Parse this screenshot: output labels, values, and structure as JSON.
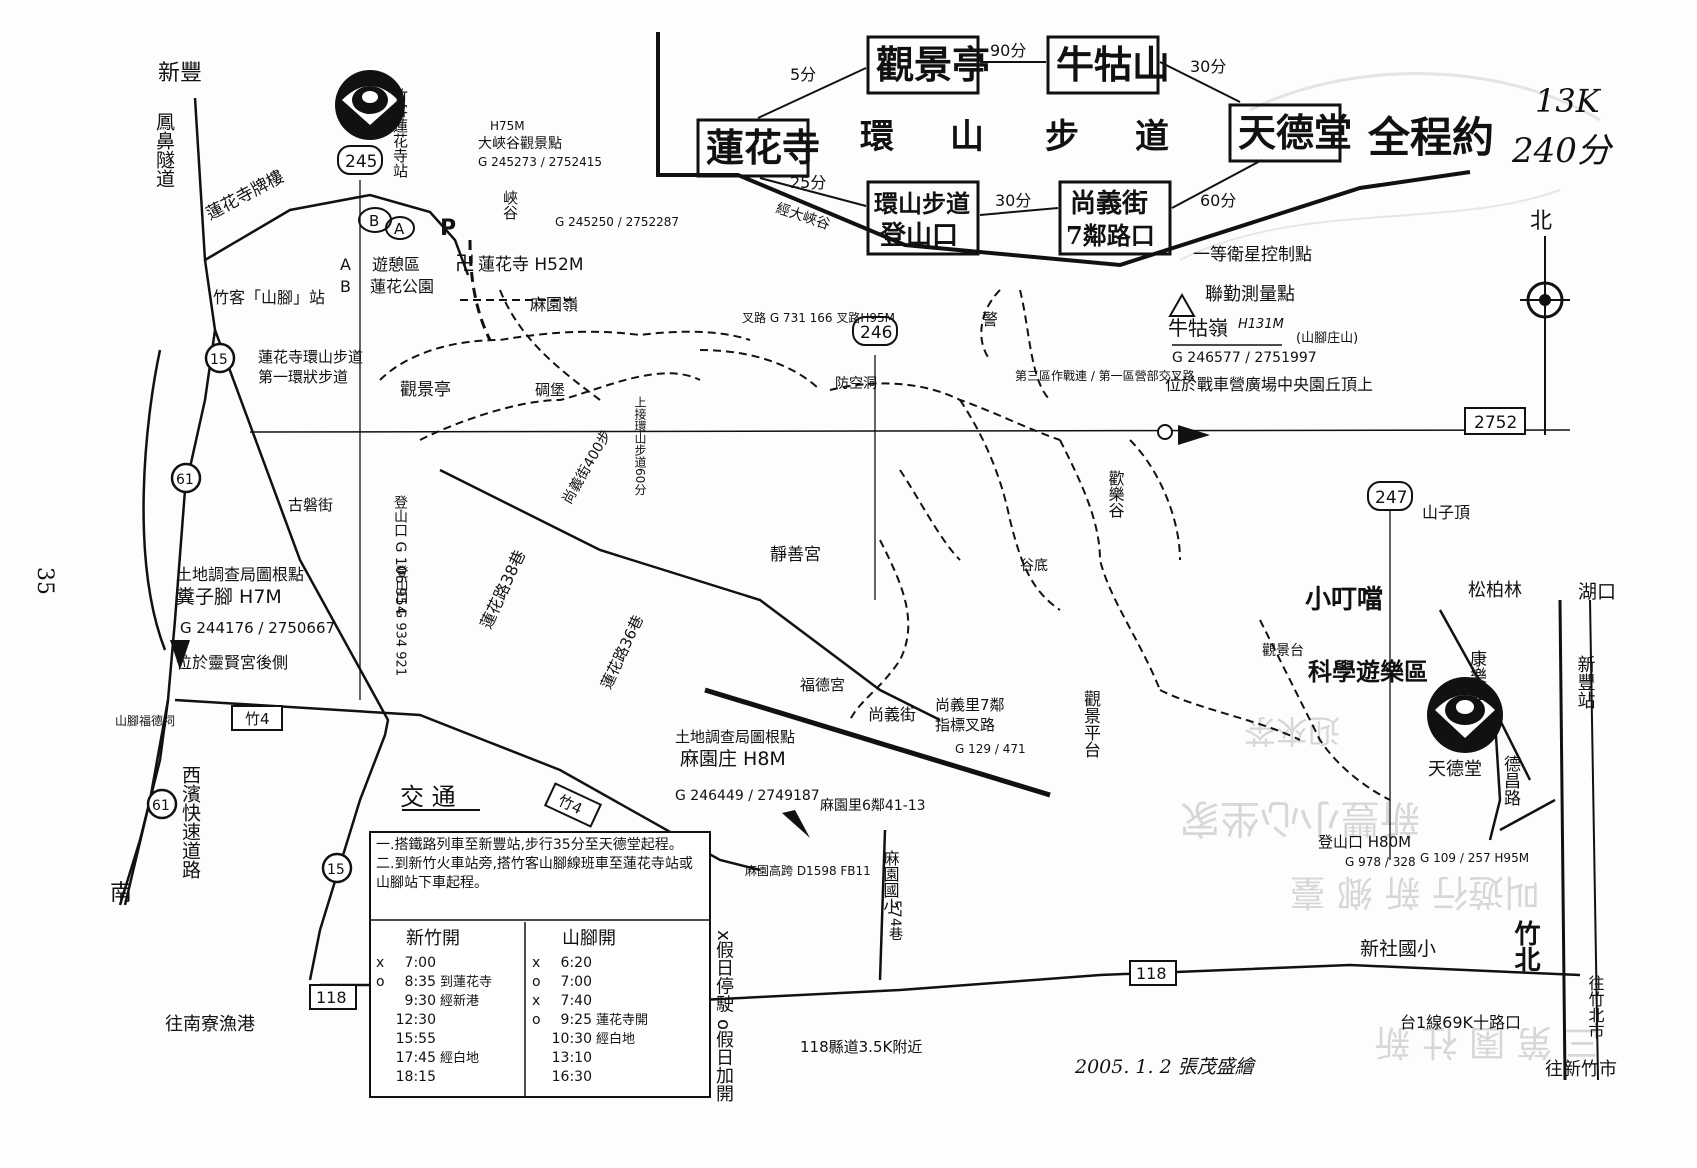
{
  "page_number": "35",
  "header": {
    "title_sections": [
      {
        "name": "觀景亭"
      },
      {
        "name": "牛牯山"
      },
      {
        "name": "蓮花寺"
      },
      {
        "name": "天德堂"
      },
      {
        "name": "環山步道登山口",
        "line1": "環山步道",
        "line2": "登山口"
      },
      {
        "name": "尚義街7鄰路口",
        "line1": "尚義街",
        "line2": "7鄰路口"
      }
    ],
    "title_chars": [
      "環",
      "山",
      "步",
      "道"
    ],
    "total_label": "全程約",
    "total_distance": "13K",
    "total_time": "240分",
    "times": [
      "5分",
      "90分",
      "30分",
      "25分",
      "30分",
      "60分"
    ],
    "via_label": "經大峽谷"
  },
  "legend": {
    "north": "北",
    "triangulation_label": "一等衛星控制點",
    "survey_label": "聯勤測量點",
    "peak_name": "牛牯嶺",
    "peak_height": "H131M",
    "peak_alias": "(山腳庄山)",
    "peak_coords": "G 246577 / 2751997",
    "peak_note": "位於戰車營廣場中央園丘頂上"
  },
  "roads": [
    {
      "name": "245"
    },
    {
      "name": "246"
    },
    {
      "name": "247"
    },
    {
      "name": "2752"
    },
    {
      "name": "15"
    },
    {
      "name": "61"
    },
    {
      "name": "竹4"
    },
    {
      "name": "118"
    }
  ],
  "places": [
    {
      "label": "新豐"
    },
    {
      "label": "鳳鼻隧道"
    },
    {
      "label": "竹客蓮花寺站"
    },
    {
      "label": "蓮花寺牌樓"
    },
    {
      "label": "竹客「山腳」站"
    },
    {
      "label": "遊憩區"
    },
    {
      "label": "蓮花公園"
    },
    {
      "label": "蓮花寺 H52M"
    },
    {
      "label": "大峽谷觀景點"
    },
    {
      "label": "H75M"
    },
    {
      "label": "G 245273 / 2752415"
    },
    {
      "label": "峽谷"
    },
    {
      "label": "G 245250 / 2752287"
    },
    {
      "label": "麻園嶺"
    },
    {
      "label": "蓮花寺環山步道"
    },
    {
      "label": "第一環狀步道"
    },
    {
      "label": "觀景亭"
    },
    {
      "label": "碉堡"
    },
    {
      "label": "上接環山步道60分"
    },
    {
      "label": "叉路 G 731 166 叉路H95M"
    },
    {
      "label": "防空洞"
    },
    {
      "label": "警"
    },
    {
      "label": "第三區作戰連 / 第一區營部交叉路"
    },
    {
      "label": "古磐街"
    },
    {
      "label": "登山口 G 106 954"
    },
    {
      "label": "尚義街400步"
    },
    {
      "label": "蓮花路38巷"
    },
    {
      "label": "登山口 G 934 921"
    },
    {
      "label": "土地調查局圖根點"
    },
    {
      "label": "糞子腳 H7M"
    },
    {
      "label": "G 244176 / 2750667"
    },
    {
      "label": "位於靈賢宮後側"
    },
    {
      "label": "山腳福德祠"
    },
    {
      "label": "西濱快速道路"
    },
    {
      "label": "南"
    },
    {
      "label": "往南寮漁港"
    },
    {
      "label": "靜善宮"
    },
    {
      "label": "福德宮"
    },
    {
      "label": "尚義街"
    },
    {
      "label": "尚義里7鄰"
    },
    {
      "label": "指標叉路"
    },
    {
      "label": "G 129 / 471"
    },
    {
      "label": "觀景平台"
    },
    {
      "label": "小叮噹"
    },
    {
      "label": "科學遊樂區"
    },
    {
      "label": "觀景台"
    },
    {
      "label": "山子頂"
    },
    {
      "label": "松柏林"
    },
    {
      "label": "湖口"
    },
    {
      "label": "康樂路"
    },
    {
      "label": "德昌路"
    },
    {
      "label": "天德堂"
    },
    {
      "label": "登山口 H80M"
    },
    {
      "label": "G 978 / 328"
    },
    {
      "label": "G 109 / 257 H95M"
    },
    {
      "label": "新豐站"
    },
    {
      "label": "新社國小"
    },
    {
      "label": "竹北"
    },
    {
      "label": "往竹北市"
    },
    {
      "label": "往新竹市"
    },
    {
      "label": "台1線69K十路口"
    },
    {
      "label": "118縣道3.5K附近"
    },
    {
      "label": "土地調查局圖根點"
    },
    {
      "label": "麻園庄 H8M"
    },
    {
      "label": "G 246449 / 2749187"
    },
    {
      "label": "麻園里6鄰41-13"
    },
    {
      "label": "麻園國小"
    },
    {
      "label": "麻園高跨 D1598 FB11"
    },
    {
      "label": "蓮花路36巷"
    },
    {
      "label": "574巷"
    },
    {
      "label": "歡樂谷"
    },
    {
      "label": "谷底"
    }
  ],
  "transport": {
    "title": "交 通",
    "lines": [
      "一.搭鐵路列車至新豐站,步行35分至天德堂起程。",
      "二.到新竹火車站旁,搭竹客山腳線班車至蓮花寺站或山腳站下車起程。"
    ],
    "col_left_title": "新竹開",
    "col_right_title": "山腳開",
    "left_rows": [
      {
        "mark": "x",
        "time": "7:00",
        "note": ""
      },
      {
        "mark": "o",
        "time": "8:35",
        "note": "到蓮花寺"
      },
      {
        "mark": "",
        "time": "9:30",
        "note": "經新港"
      },
      {
        "mark": "",
        "time": "12:30",
        "note": ""
      },
      {
        "mark": "",
        "time": "15:55",
        "note": ""
      },
      {
        "mark": "",
        "time": "17:45",
        "note": "經白地"
      },
      {
        "mark": "",
        "time": "18:15",
        "note": ""
      }
    ],
    "right_rows": [
      {
        "mark": "x",
        "time": "6:20",
        "note": ""
      },
      {
        "mark": "o",
        "time": "7:00",
        "note": ""
      },
      {
        "mark": "x",
        "time": "7:40",
        "note": ""
      },
      {
        "mark": "o",
        "time": "9:25",
        "note": "蓮花寺開"
      },
      {
        "mark": "",
        "time": "10:30",
        "note": "經白地"
      },
      {
        "mark": "",
        "time": "13:10",
        "note": ""
      },
      {
        "mark": "",
        "time": "16:30",
        "note": ""
      }
    ],
    "legend_x": "x假日停駛",
    "legend_o": "o假日加開"
  },
  "signature": "2005. 1. 2 張茂盛繪"
}
